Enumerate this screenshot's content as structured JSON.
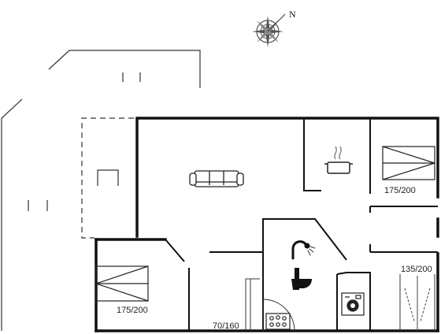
{
  "compass": {
    "label": "N",
    "icon": "compass-rose-icon"
  },
  "rooms": {
    "bedroom_top_right": {
      "bed_size": "175/200",
      "icon": "double-bed-icon"
    },
    "bedroom_bottom_left": {
      "bed_size": "175/200",
      "icon": "double-bed-icon"
    },
    "bedroom_bottom_right": {
      "bed_size": "135/200",
      "icon": "bunk-bed-icon"
    },
    "living_room": {
      "icon": "sofa-icon"
    },
    "kitchen": {
      "icon": "cooking-pot-icon"
    },
    "bathroom": {
      "icons": [
        "shower-icon",
        "toilet-icon"
      ]
    },
    "utility": {
      "icon": "washing-machine-icon"
    },
    "sauna": {
      "bed_size": "70/160",
      "icon": "hot-tub-icon"
    }
  },
  "colors": {
    "wall": "#111111",
    "thin_line": "#333333",
    "background": "#ffffff"
  }
}
